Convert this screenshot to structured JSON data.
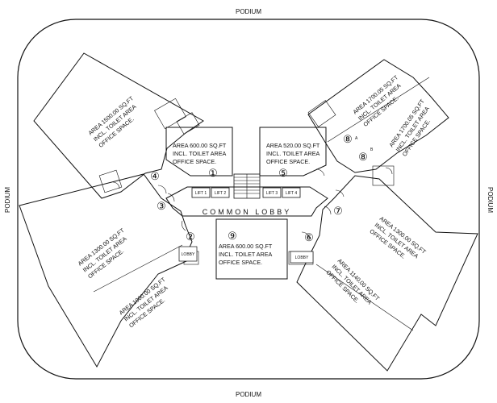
{
  "podium": {
    "top": "PODIUM",
    "bottom": "PODIUM",
    "left": "PODIUM",
    "right": "PODIUM"
  },
  "common_lobby": "COMMON LOBBY",
  "lifts": [
    "LIFT 1",
    "LIFT 2",
    "LIFT 3",
    "LIFT 4"
  ],
  "small_lobbies": [
    "LOBBY",
    "LOBBY"
  ],
  "suite_letters": {
    "a": "A",
    "b": "B"
  },
  "units": [
    {
      "num": "①",
      "lines": [
        "AREA 600.00 SQ.FT",
        "INCL. TOILET AREA",
        "OFFICE SPACE."
      ]
    },
    {
      "num": "②",
      "lines": [
        "AREA 1000.00 SQ.FT",
        "INCL. TOILET AREA",
        "OFFICE SPACE."
      ]
    },
    {
      "num": "③",
      "lines": [
        "AREA 1300.00 SQ.FT",
        "INCL. TOILET AREA",
        "OFFICE SPACE."
      ]
    },
    {
      "num": "④",
      "lines": [
        "AREA 1500.00 SQ.FT",
        "INCL. TOILET AREA",
        "OFFICE SPACE."
      ]
    },
    {
      "num": "⑤",
      "lines": [
        "AREA 520.00 SQ.FT",
        "INCL. TOILET AREA",
        "OFFICE SPACE."
      ]
    },
    {
      "num": "⑥",
      "lines": [
        "AREA 1140.00 SQ.FT",
        "INCL. TOILET AREA",
        "OFFICE SPACE."
      ]
    },
    {
      "num": "⑦",
      "lines": [
        "AREA 1300.00 SQ.FT",
        "INCL. TOILET AREA",
        "OFFICE SPACE."
      ]
    },
    {
      "num": "⑧",
      "lines": [
        "AREA 1700.05 SQ.FT",
        "INCL. TOILET AREA",
        "OFFICE SPACE."
      ]
    },
    {
      "num": "⑧",
      "lines": [
        "AREA 1700.05 SQ.FT",
        "INCL. TOILET AREA",
        "OFFICE SPACE."
      ]
    },
    {
      "num": "⑨",
      "lines": [
        "AREA 600.00 SQ.FT",
        "INCL. TOILET AREA",
        "OFFICE SPACE."
      ]
    }
  ]
}
